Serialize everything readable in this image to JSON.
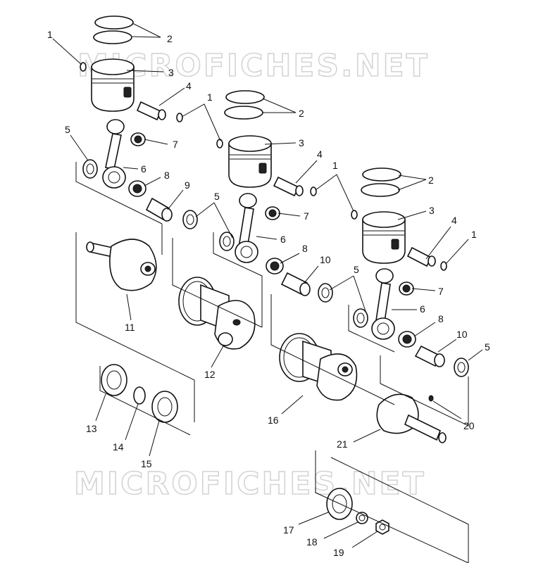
{
  "watermark": "MICROFICHES.NET",
  "callouts": [
    {
      "id": "c1a",
      "text": "1"
    },
    {
      "id": "c2a",
      "text": "2"
    },
    {
      "id": "c3a",
      "text": "3"
    },
    {
      "id": "c4a",
      "text": "4"
    },
    {
      "id": "c1b",
      "text": "1"
    },
    {
      "id": "c5a",
      "text": "5"
    },
    {
      "id": "c7a",
      "text": "7"
    },
    {
      "id": "c6a",
      "text": "6"
    },
    {
      "id": "c8a",
      "text": "8"
    },
    {
      "id": "c9",
      "text": "9"
    },
    {
      "id": "c2b",
      "text": "2"
    },
    {
      "id": "c3b",
      "text": "3"
    },
    {
      "id": "c4b",
      "text": "4"
    },
    {
      "id": "c1c",
      "text": "1"
    },
    {
      "id": "c5b",
      "text": "5"
    },
    {
      "id": "c7b",
      "text": "7"
    },
    {
      "id": "c6b",
      "text": "6"
    },
    {
      "id": "c8b",
      "text": "8"
    },
    {
      "id": "c10a",
      "text": "10"
    },
    {
      "id": "c2c",
      "text": "2"
    },
    {
      "id": "c3c",
      "text": "3"
    },
    {
      "id": "c4c",
      "text": "4"
    },
    {
      "id": "c1d",
      "text": "1"
    },
    {
      "id": "c5c",
      "text": "5"
    },
    {
      "id": "c7c",
      "text": "7"
    },
    {
      "id": "c6c",
      "text": "6"
    },
    {
      "id": "c8c",
      "text": "8"
    },
    {
      "id": "c10b",
      "text": "10"
    },
    {
      "id": "c5d",
      "text": "5"
    },
    {
      "id": "c11",
      "text": "11"
    },
    {
      "id": "c12",
      "text": "12"
    },
    {
      "id": "c16",
      "text": "16"
    },
    {
      "id": "c20",
      "text": "20"
    },
    {
      "id": "c21",
      "text": "21"
    },
    {
      "id": "c13",
      "text": "13"
    },
    {
      "id": "c14",
      "text": "14"
    },
    {
      "id": "c15",
      "text": "15"
    },
    {
      "id": "c17",
      "text": "17"
    },
    {
      "id": "c18",
      "text": "18"
    },
    {
      "id": "c19",
      "text": "19"
    }
  ]
}
